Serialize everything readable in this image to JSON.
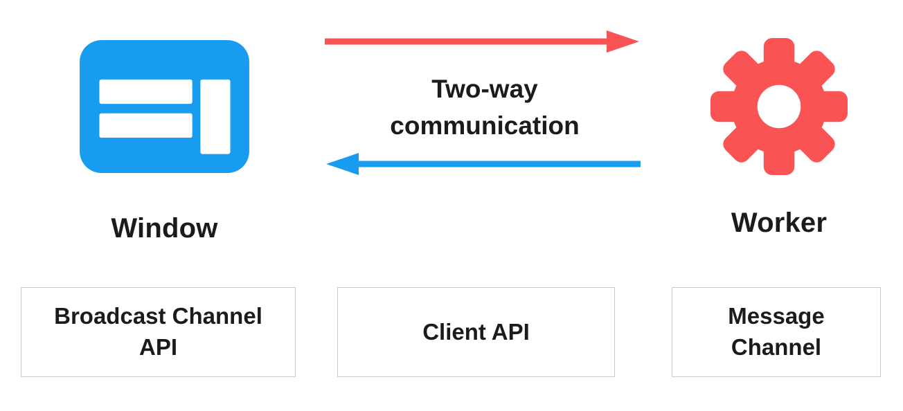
{
  "diagram": {
    "window": {
      "label": "Window",
      "icon": "browser-window-icon",
      "color": "#189CF0"
    },
    "worker": {
      "label": "Worker",
      "icon": "gear-icon",
      "color": "#F95353"
    },
    "communication": {
      "label": "Two-way communication",
      "right_arrow_color": "#F95353",
      "left_arrow_color": "#189CF0"
    },
    "channels": [
      {
        "label": "Broadcast Channel API"
      },
      {
        "label": "Client API"
      },
      {
        "label": "Message Channel"
      }
    ]
  }
}
